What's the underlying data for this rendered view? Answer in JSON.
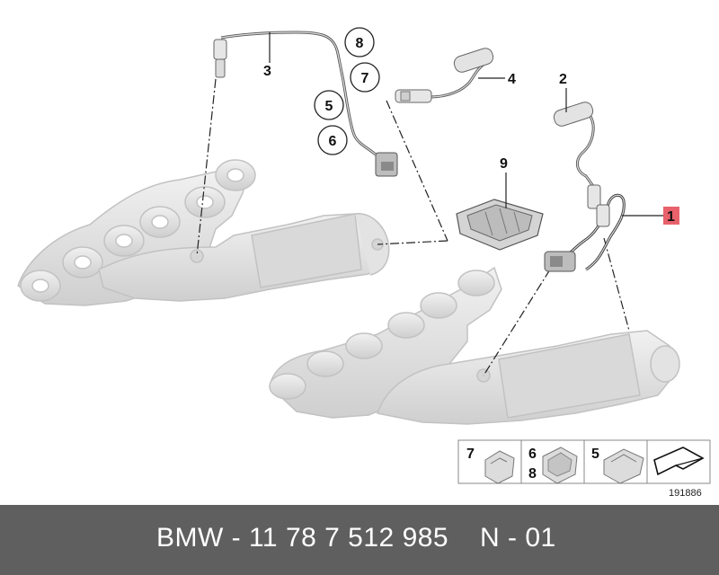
{
  "callouts": {
    "c1": "1",
    "c2": "2",
    "c3": "3",
    "c4": "4",
    "c5": "5",
    "c6": "6",
    "c7": "7",
    "c8": "8",
    "c9": "9"
  },
  "legend": {
    "box1": "7",
    "box2_top": "6",
    "box2_bottom": "8",
    "box3": "5"
  },
  "image_number": "191886",
  "footer": {
    "part_number": "BMW - 11 78 7 512 985",
    "page": "N - 01"
  },
  "colors": {
    "highlight": "#e8616b",
    "footer_bg": "#5f5f5f",
    "part_fill": "#e6e6e6",
    "part_stroke": "#c2c2c2"
  }
}
